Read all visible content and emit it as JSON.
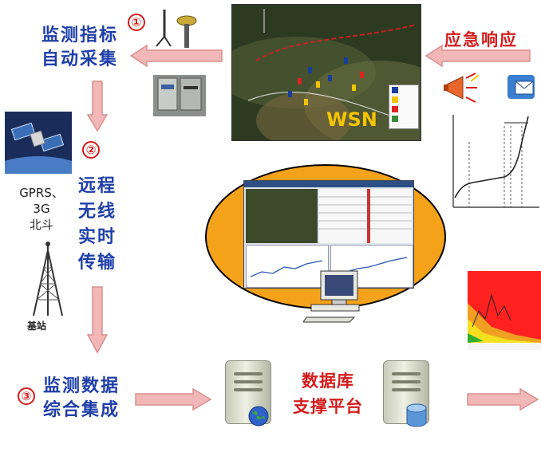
{
  "steps": {
    "step1": {
      "number": "①",
      "line1": "监测指标",
      "line2": "自动采集"
    },
    "step2": {
      "number": "②",
      "lines": [
        "远程",
        "无线",
        "实时",
        "传输"
      ]
    },
    "step3": {
      "number": "③",
      "line1": "监测数据",
      "line2": "综合集成"
    }
  },
  "transmission": {
    "line1": "GPRS、",
    "line2": "3G",
    "line3": "北斗",
    "base_station": "基站"
  },
  "emergency": {
    "label": "应急响应"
  },
  "map": {
    "label": "WSN"
  },
  "database": {
    "line1": "数据库",
    "line2": "支撑平台"
  },
  "colors": {
    "arrow_fill": "#f2b8b8",
    "arrow_stroke": "#d98f8f",
    "blue_text": "#1f3fa8",
    "red_text": "#d41c1c",
    "ellipse_fill": "#f5a21b"
  }
}
